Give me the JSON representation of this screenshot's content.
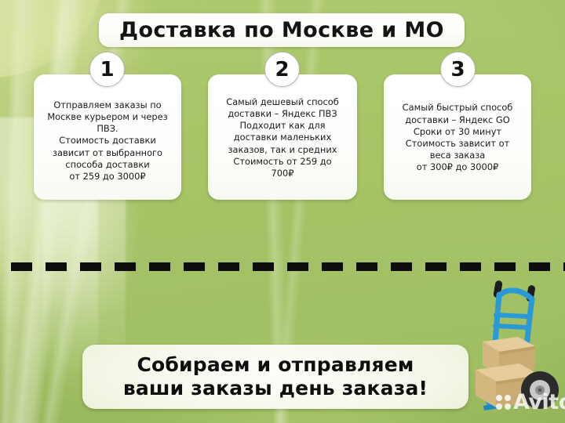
{
  "header": {
    "title": "Доставка по Москве и МО"
  },
  "cards": [
    {
      "number": "1",
      "text": "Отправляем заказы по\nМоскве курьером и через\nПВЗ.\nСтоимость доставки\nзависит от выбранного\nспособа доставки\nот 259 до 3000₽"
    },
    {
      "number": "2",
      "text": "Самый дешевый способ\nдоставки – Яндекс ПВЗ\nПодходит как для\nдоставки маленьких\nзаказов, так и средних\nСтоимость от 259 до\n700₽"
    },
    {
      "number": "3",
      "text": "Самый быстрый способ\nдоставки – Яндекс GO\nСроки от 30 минут\nСтоимость зависит от\nвеса заказа\nот 300₽ до 3000₽"
    }
  ],
  "footer": {
    "line1": "Собираем и отправляем",
    "line2": "ваши заказы день заказа!"
  },
  "watermark": {
    "label": "Avito"
  },
  "illustration": {
    "name": "hand-truck-with-boxes",
    "frame_color": "#2a9ad6",
    "box_color": "#d9bb84",
    "wheel_color": "#2b2b2b"
  },
  "colors": {
    "background_green": "#a9c767",
    "card_white": "#ffffff",
    "text_dark": "#141414",
    "divider_black": "#0d0d0d"
  }
}
